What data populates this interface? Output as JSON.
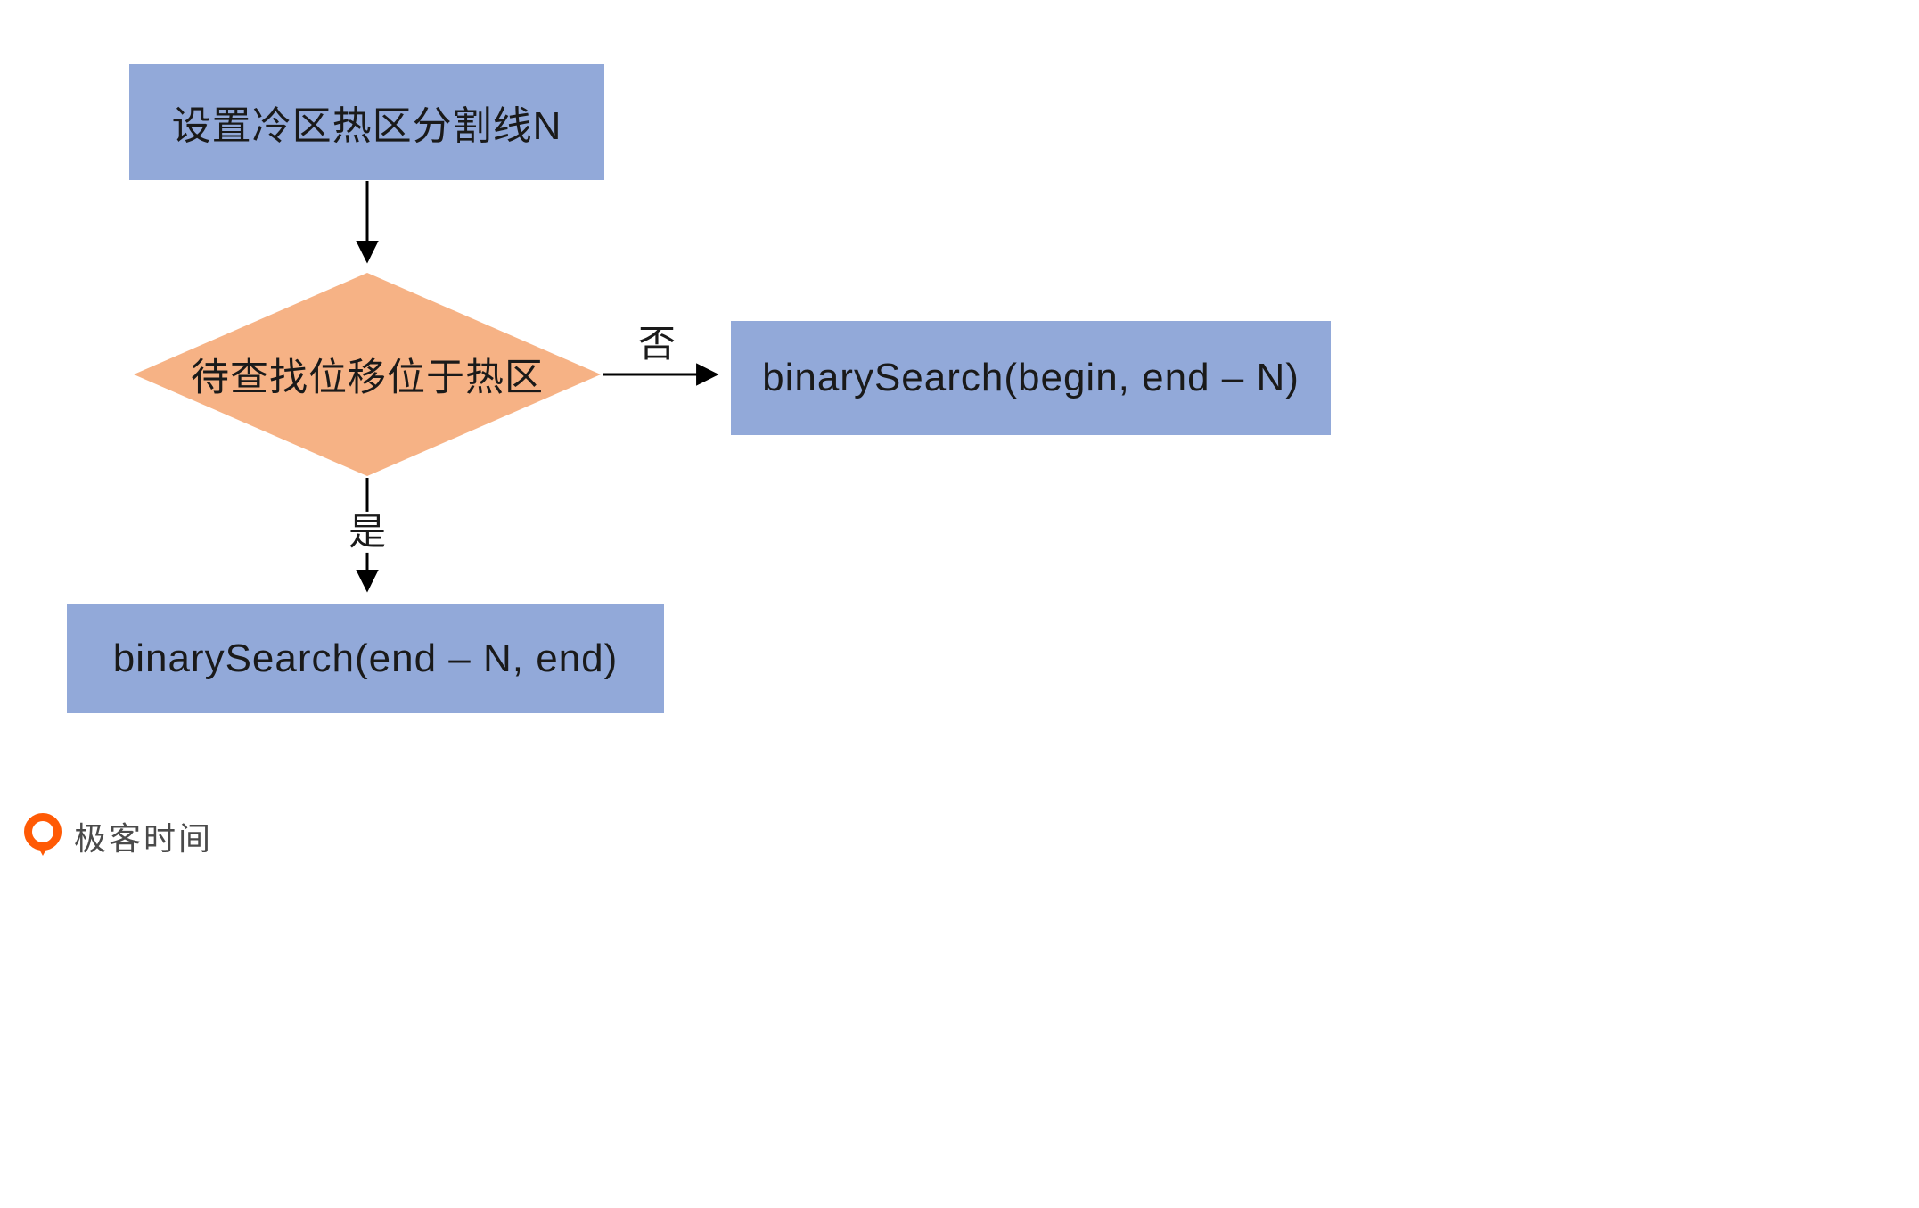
{
  "flowchart": {
    "start_box": "设置冷区热区分割线N",
    "decision": "待查找位移位于热区",
    "no_label": "否",
    "yes_label": "是",
    "no_branch_box": "binarySearch(begin, end – N)",
    "yes_branch_box": "binarySearch(end – N, end)"
  },
  "footer": {
    "logo_text": "极客时间"
  },
  "colors": {
    "box_fill": "#92A9D9",
    "diamond_fill": "#F6B285",
    "arrow": "#000000",
    "logo_orange": "#FF5A05",
    "text": "#1a1a1a"
  }
}
